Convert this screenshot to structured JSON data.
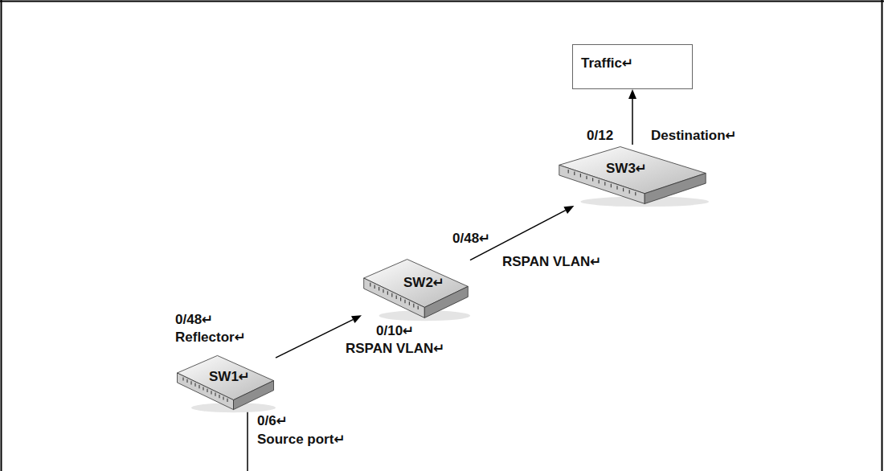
{
  "diagram": {
    "nodes": [
      {
        "text": [
          "Traffic↵"
        ]
      },
      {
        "text": [
          "SW3↵"
        ]
      },
      {
        "text": [
          "SW2↵"
        ]
      },
      {
        "text": [
          "SW1↵"
        ]
      }
    ],
    "edges": [
      {
        "from": 3,
        "to": 2,
        "arrow": "to"
      },
      {
        "from": 2,
        "to": 1,
        "arrow": "to"
      },
      {
        "from": 1,
        "to": 0,
        "arrow": "to"
      }
    ],
    "labels": [
      "0/48↵",
      "Reflector↵",
      "0/10↵",
      "RSPAN VLAN↵",
      "0/48↵",
      "RSPAN VLAN↵",
      "0/12",
      "Destination↵",
      "0/6↵",
      "Source port↵"
    ]
  }
}
